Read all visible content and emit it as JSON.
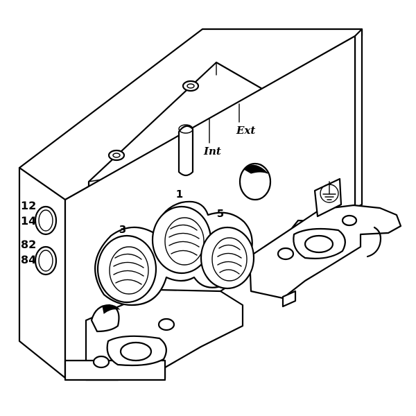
{
  "labels": {
    "port_1": "1",
    "port_3": "3",
    "port_5": "5",
    "side_12": "12",
    "side_14": "14",
    "side_82": "82",
    "side_84": "84",
    "int": "Int",
    "ext": "Ext"
  },
  "icons": [
    "ground-icon",
    "screw-icon",
    "threaded-port-icon"
  ],
  "colors": {
    "line": "#000000",
    "fill": "#ffffff"
  }
}
